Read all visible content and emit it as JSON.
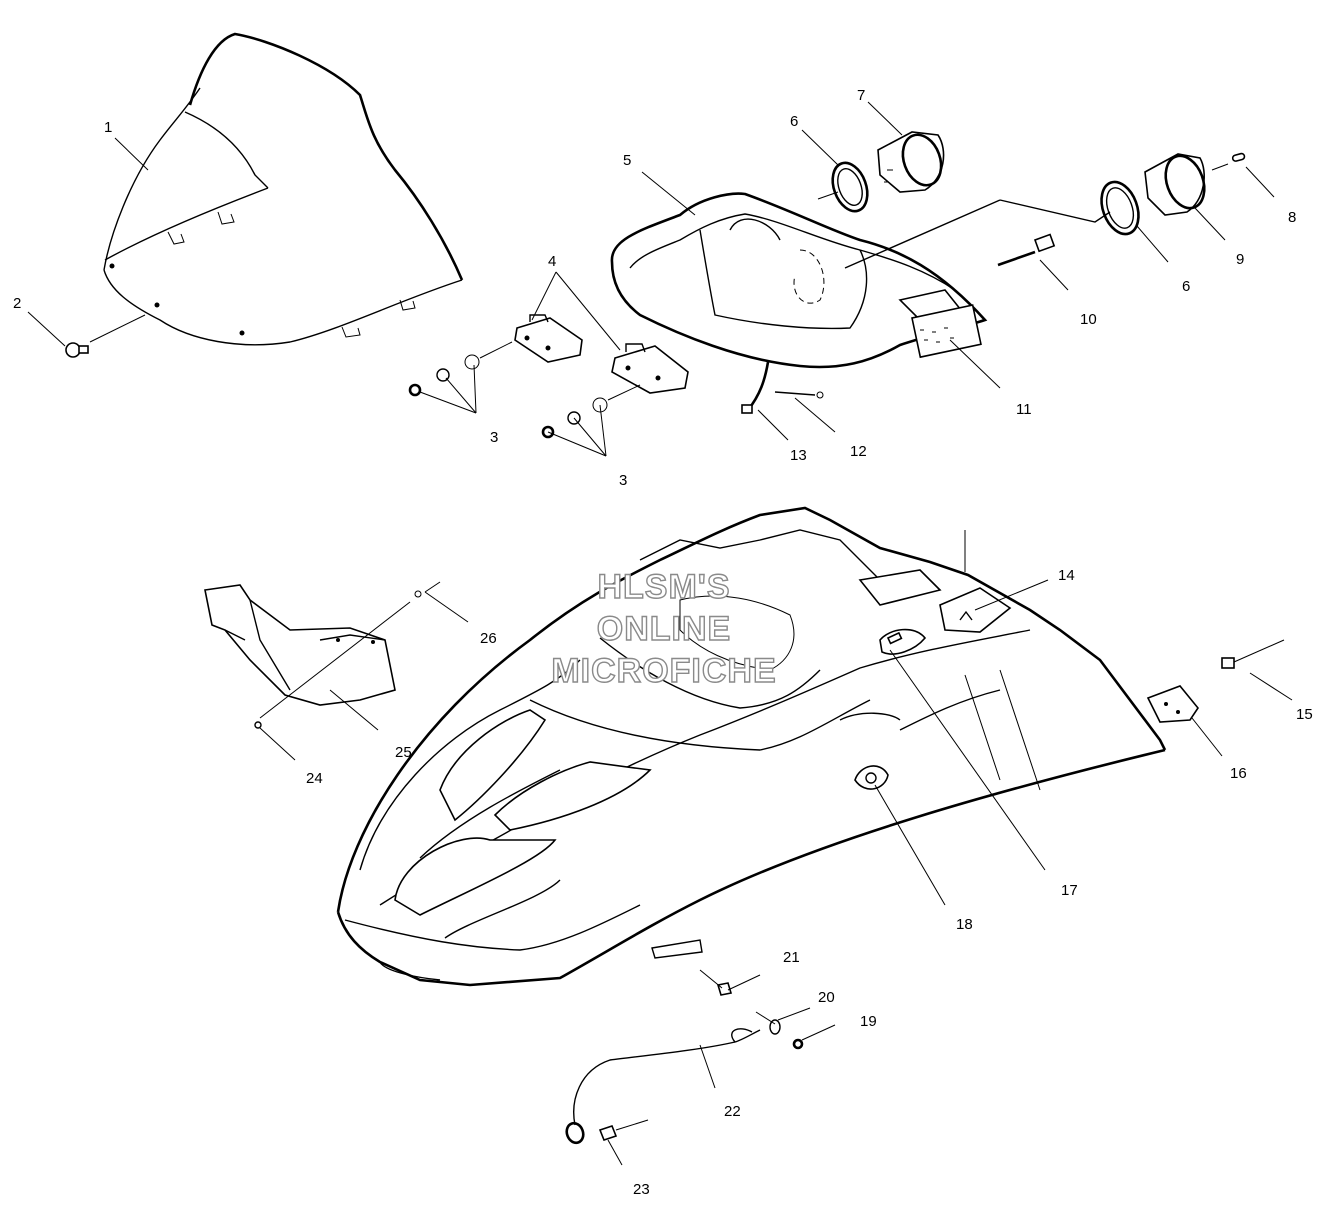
{
  "watermark": {
    "line1": "HLSM'S",
    "line2": "ONLINE",
    "line3": "MICROFICHE"
  },
  "callouts": [
    {
      "id": "label-1",
      "text": "1"
    },
    {
      "id": "label-2",
      "text": "2"
    },
    {
      "id": "label-3a",
      "text": "3"
    },
    {
      "id": "label-3b",
      "text": "3"
    },
    {
      "id": "label-4",
      "text": "4"
    },
    {
      "id": "label-5",
      "text": "5"
    },
    {
      "id": "label-6a",
      "text": "6"
    },
    {
      "id": "label-6b",
      "text": "6"
    },
    {
      "id": "label-7",
      "text": "7"
    },
    {
      "id": "label-8",
      "text": "8"
    },
    {
      "id": "label-9",
      "text": "9"
    },
    {
      "id": "label-10",
      "text": "10"
    },
    {
      "id": "label-11",
      "text": "11"
    },
    {
      "id": "label-12",
      "text": "12"
    },
    {
      "id": "label-13",
      "text": "13"
    },
    {
      "id": "label-14",
      "text": "14"
    },
    {
      "id": "label-15",
      "text": "15"
    },
    {
      "id": "label-16",
      "text": "16"
    },
    {
      "id": "label-17",
      "text": "17"
    },
    {
      "id": "label-18",
      "text": "18"
    },
    {
      "id": "label-19",
      "text": "19"
    },
    {
      "id": "label-20",
      "text": "20"
    },
    {
      "id": "label-21",
      "text": "21"
    },
    {
      "id": "label-22",
      "text": "22"
    },
    {
      "id": "label-23",
      "text": "23"
    },
    {
      "id": "label-24",
      "text": "24"
    },
    {
      "id": "label-25",
      "text": "25"
    },
    {
      "id": "label-26",
      "text": "26"
    }
  ]
}
